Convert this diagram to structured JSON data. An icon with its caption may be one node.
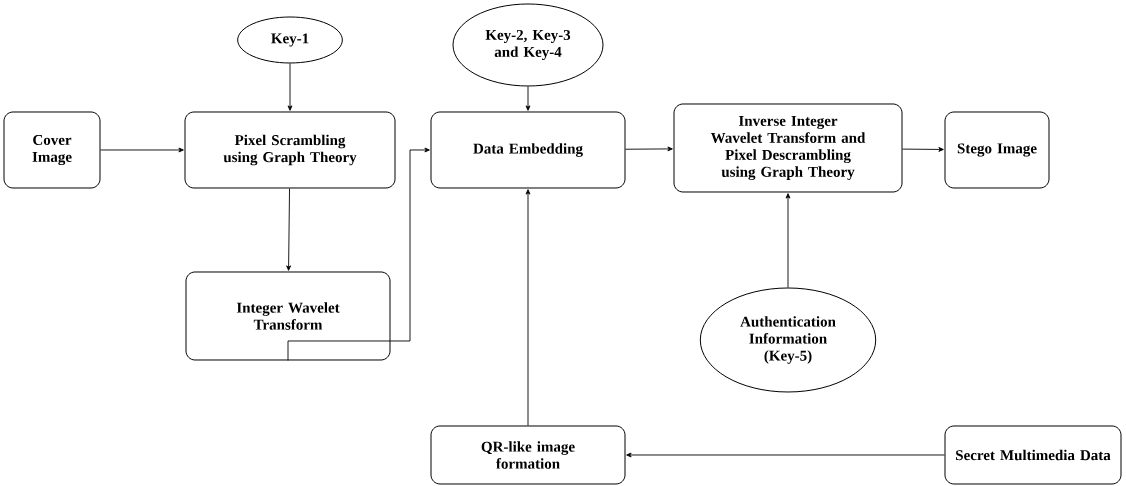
{
  "diagram": {
    "nodes": [
      {
        "text": [
          "Cover Image"
        ]
      },
      {
        "text": [
          "Key-1"
        ]
      },
      {
        "text": [
          "Pixel Scrambling using Graph Theory"
        ]
      },
      {
        "text": [
          "Integer Wavelet Transform"
        ]
      },
      {
        "text": [
          "Key-2, Key-3 and Key-4"
        ]
      },
      {
        "text": [
          "Data Embedding"
        ]
      },
      {
        "text": [
          "Inverse Integer Wavelet Transform and Pixel Descrambling using Graph Theory"
        ]
      },
      {
        "text": [
          "Stego Image"
        ]
      },
      {
        "text": [
          "Authentication Information (Key-5)"
        ]
      },
      {
        "text": [
          "QR-like image formation"
        ]
      },
      {
        "text": [
          "Secret Multimedia Data"
        ]
      }
    ],
    "edges": [
      {
        "from": 0,
        "to": 2,
        "arrow": "to"
      },
      {
        "from": 1,
        "to": 2,
        "arrow": "to"
      },
      {
        "from": 2,
        "to": 3,
        "arrow": "to"
      },
      {
        "from": 3,
        "to": 5,
        "arrow": "to"
      },
      {
        "from": 4,
        "to": 5,
        "arrow": "to"
      },
      {
        "from": 5,
        "to": 6,
        "arrow": "to"
      },
      {
        "from": 6,
        "to": 7,
        "arrow": "to"
      },
      {
        "from": 8,
        "to": 6,
        "arrow": "to"
      },
      {
        "from": 9,
        "to": 5,
        "arrow": "to"
      },
      {
        "from": 10,
        "to": 9,
        "arrow": "to"
      }
    ]
  }
}
